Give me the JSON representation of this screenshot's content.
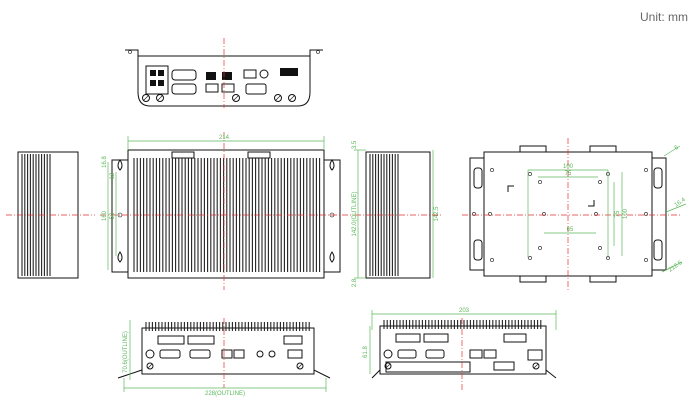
{
  "unit_label": "Unit: mm",
  "dimensions": {
    "top_width": "214",
    "front_height": "142.5",
    "side_height": "142.0(OUTLINE)",
    "side_top_offset": "3.5",
    "side_bottom_offset": "2.8",
    "left_mark_a": "16.8",
    "left_mark_b": "12",
    "left_mark_c": "160",
    "left_mark_d": "50",
    "rear_h1": "100",
    "rear_h2": "75",
    "rear_h3": "65",
    "rear_v1": "100",
    "rear_v2": "75",
    "rear_right_a": "6",
    "rear_right_b": "16.4",
    "rear_right_c": "212.5",
    "bottom_width_outline": "228(OUTLINE)",
    "bottom_height_outline": "70.6(OUTLINE)",
    "bottom_right_width": "203",
    "bottom_right_height": "61.8"
  },
  "colors": {
    "dimension": "#5cb85c",
    "centerline": "#e03030",
    "outline": "#111111"
  }
}
